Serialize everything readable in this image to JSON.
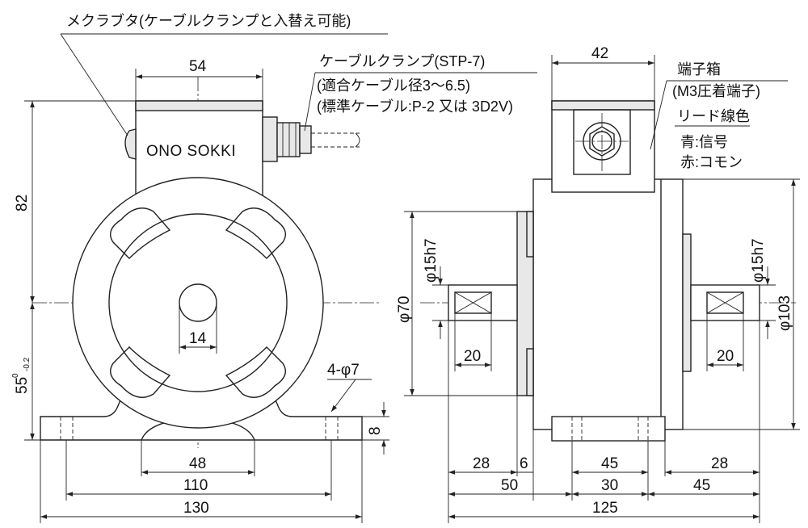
{
  "labels": {
    "top_cover": "メクラブタ(ケーブルクランプと入替え可能)",
    "cable_clamp": "ケーブルクランプ(STP-7)",
    "cable_dia": "(適合ケーブル径3～6.5)",
    "std_cable": "(標準ケーブル:P-2 又は 3D2V)",
    "brand": "ONO SOKKI",
    "terminal_box": "端子箱",
    "terminal_spec": "(M3圧着端子)",
    "lead_color": "リード線色",
    "lead_blue": "青:信号",
    "lead_red": "赤:コモン"
  },
  "dimensions": {
    "d54": "54",
    "d82": "82",
    "d55": "55",
    "d55_tol_upper": "0",
    "d55_tol_lower": "-0.2",
    "d14": "14",
    "holes": "4-φ7",
    "d8": "8",
    "d48": "48",
    "d110": "110",
    "d130": "130",
    "d42": "42",
    "shaft_left": "φ15h7",
    "shaft_right": "φ15h7",
    "d70": "φ70",
    "d103": "φ103",
    "key_left": "20",
    "key_right": "20",
    "d28a": "28",
    "d6": "6",
    "d45a": "45",
    "d28b": "28",
    "d50": "50",
    "d30": "30",
    "d45b": "45",
    "d125": "125"
  }
}
